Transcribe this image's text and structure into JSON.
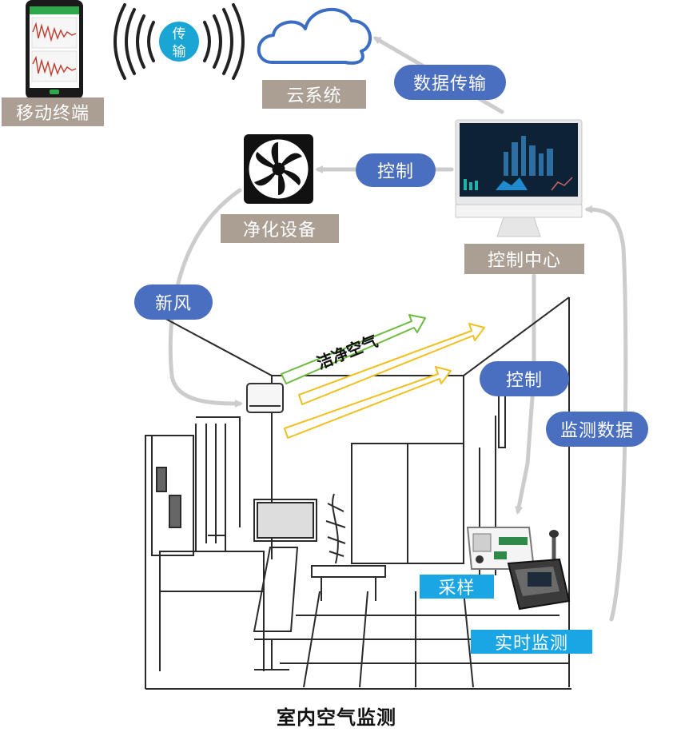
{
  "nodes": {
    "mobile_terminal": "移动终端",
    "cloud_system": "云系统",
    "purifier": "净化设备",
    "control_center": "控制中心",
    "sampling": "采样",
    "realtime_monitoring": "实时监测"
  },
  "signal_badge": {
    "line1": "传",
    "line2": "输"
  },
  "edges": {
    "data_transfer": "数据传输",
    "control_purifier": "控制",
    "fresh_air": "新风",
    "control_sampler": "控制",
    "monitoring_data": "监测数据"
  },
  "clean_air": "洁净空气",
  "caption": "室内空气监测",
  "colors": {
    "label_bg": "#ab9f93",
    "pill_bg": "#4a6fc0",
    "cyan_bg": "#1aa6e4",
    "connector": "#cccccc",
    "clean_air_arrow": "#6dbb3f",
    "air_arrow": "#f0c020"
  }
}
